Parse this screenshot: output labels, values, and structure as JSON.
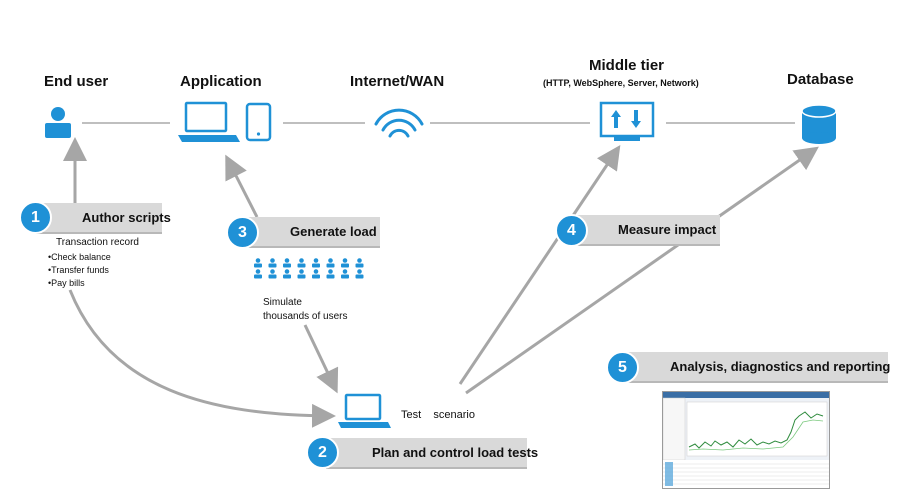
{
  "tiers": {
    "end_user": "End user",
    "application": "Application",
    "internet": "Internet/WAN",
    "middle_tier": "Middle tier",
    "middle_tier_sub": "(HTTP, WebSphere, Server, Network)",
    "database": "Database"
  },
  "steps": [
    {
      "number": "1",
      "label": "Author scripts"
    },
    {
      "number": "2",
      "label": "Plan and control load tests"
    },
    {
      "number": "3",
      "label": "Generate load"
    },
    {
      "number": "4",
      "label": "Measure impact"
    },
    {
      "number": "5",
      "label": "Analysis,  diagnostics  and reporting"
    }
  ],
  "transaction": {
    "title": "Transaction record",
    "items": [
      "Check balance",
      "Transfer funds",
      "Pay bills"
    ]
  },
  "simulate_text": "Simulate\nthousands of users",
  "test_scenario": "Test    scenario",
  "colors": {
    "accent": "#1f91d6",
    "bar": "#d9d9d9",
    "arrow": "#a6a6a6"
  },
  "icons": [
    "user-icon",
    "laptop-icon",
    "tablet-icon",
    "wifi-icon",
    "monitor-icon",
    "database-icon",
    "users-crowd-icon",
    "screenshot-thumbnail"
  ]
}
